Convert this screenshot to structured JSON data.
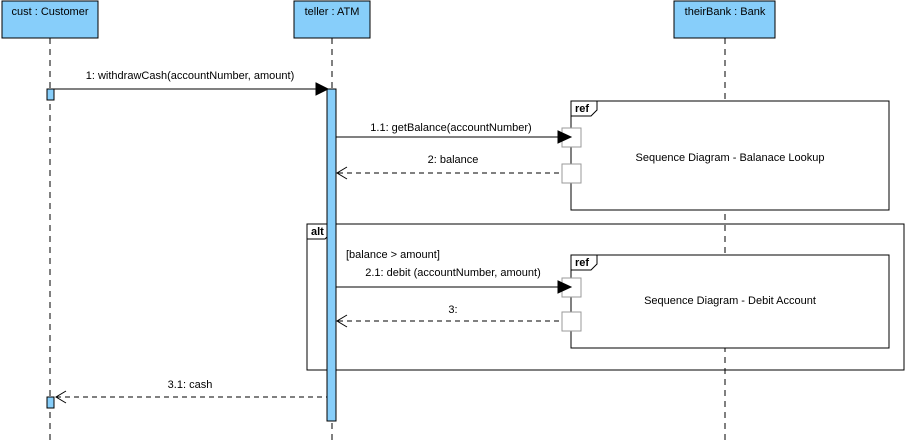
{
  "lifelines": [
    {
      "id": "cust",
      "label": "cust : Customer"
    },
    {
      "id": "teller",
      "label": "teller : ATM"
    },
    {
      "id": "bank",
      "label": "theirBank : Bank"
    }
  ],
  "messages": [
    {
      "id": "m1",
      "label": "1: withdrawCash(accountNumber, amount)",
      "kind": "sync"
    },
    {
      "id": "m11",
      "label": "1.1: getBalance(accountNumber)",
      "kind": "sync"
    },
    {
      "id": "m2",
      "label": "2: balance",
      "kind": "reply"
    },
    {
      "id": "m21",
      "label": "2.1: debit (accountNumber, amount)",
      "kind": "sync"
    },
    {
      "id": "m3",
      "label": "3:",
      "kind": "reply"
    },
    {
      "id": "m31",
      "label": "3.1: cash",
      "kind": "reply"
    }
  ],
  "frames": {
    "ref1": {
      "tag": "ref",
      "text": "Sequence Diagram - Balanace Lookup"
    },
    "alt": {
      "tag": "alt",
      "guard": "[balance > amount]"
    },
    "ref2": {
      "tag": "ref",
      "text": "Sequence Diagram - Debit Account"
    }
  },
  "colors": {
    "lifeline_fill": "#87cefa",
    "line": "#000000",
    "gate": "#9a9a9a"
  }
}
